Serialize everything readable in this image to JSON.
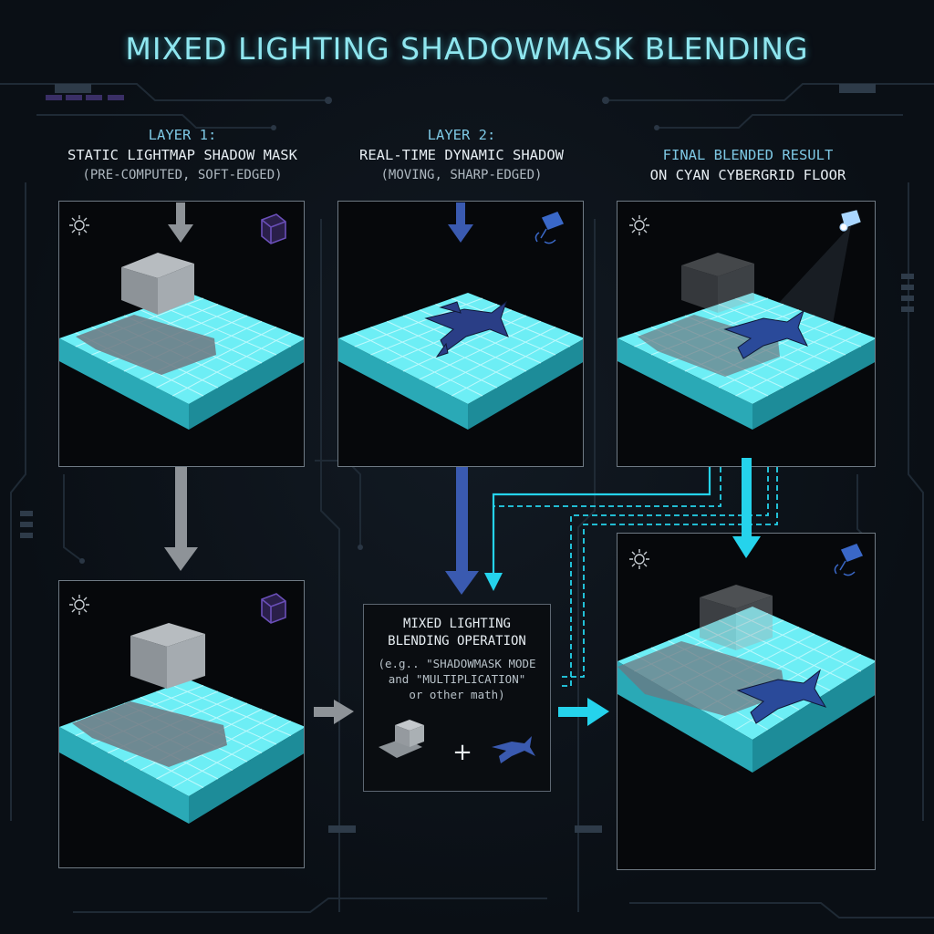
{
  "title": "MIXED LIGHTING SHADOWMASK BLENDING",
  "layer1": {
    "label": "LAYER 1:",
    "name": "STATIC LIGHTMAP SHADOW MASK",
    "note": "(PRE-COMPUTED, SOFT-EDGED)"
  },
  "layer2": {
    "label": "LAYER 2:",
    "name": "REAL-TIME DYNAMIC SHADOW",
    "note": "(MOVING, SHARP-EDGED)"
  },
  "final": {
    "label": "FINAL BLENDED RESULT",
    "name": "ON CYAN CYBERGRID FLOOR"
  },
  "operation": {
    "title_line1": "MIXED LIGHTING",
    "title_line2": "BLENDING OPERATION",
    "subtitle": "(e.g.. \"SHADOWMASK MODE\n and \"MULTIPLICATION\"\n or other math)",
    "plus": "+"
  },
  "icons": [
    "sun-icon",
    "cube-icon",
    "spotlight-icon",
    "gray-block-icon",
    "ship-icon"
  ],
  "colors": {
    "title": "#8fe6ef",
    "cyan_floor": "#5fe9f2",
    "grid": "#c8fbff",
    "static_arrow": "#8e9398",
    "dynamic_arrow": "#3a5ab0",
    "cyan_arrow": "#25d3ec",
    "cube_icon": "#6a4fb8",
    "ship": "#2a3e86"
  }
}
